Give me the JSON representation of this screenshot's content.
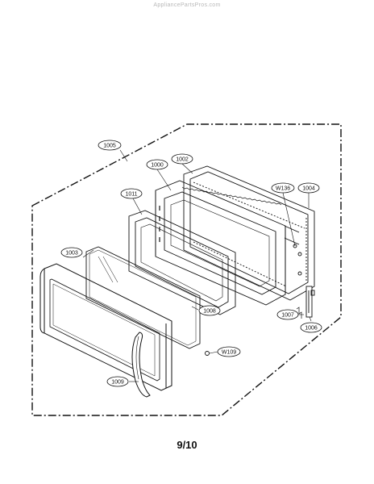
{
  "header": {
    "watermark": "AppliancePartsPros.com"
  },
  "footer": {
    "page_number": "9/10"
  },
  "parts": [
    {
      "id": "door-assembly",
      "label": "1005"
    },
    {
      "id": "door-frame",
      "label": "1000"
    },
    {
      "id": "choke-cover",
      "label": "1002"
    },
    {
      "id": "screw-w136",
      "label": "W136"
    },
    {
      "id": "hinge-plate",
      "label": "1004"
    },
    {
      "id": "door-screen",
      "label": "1011"
    },
    {
      "id": "door-glass",
      "label": "1003"
    },
    {
      "id": "gasket",
      "label": "1008"
    },
    {
      "id": "spring",
      "label": "1007"
    },
    {
      "id": "latch-lever",
      "label": "1006"
    },
    {
      "id": "screw-w109",
      "label": "W109"
    },
    {
      "id": "door-handle",
      "label": "1009"
    }
  ]
}
